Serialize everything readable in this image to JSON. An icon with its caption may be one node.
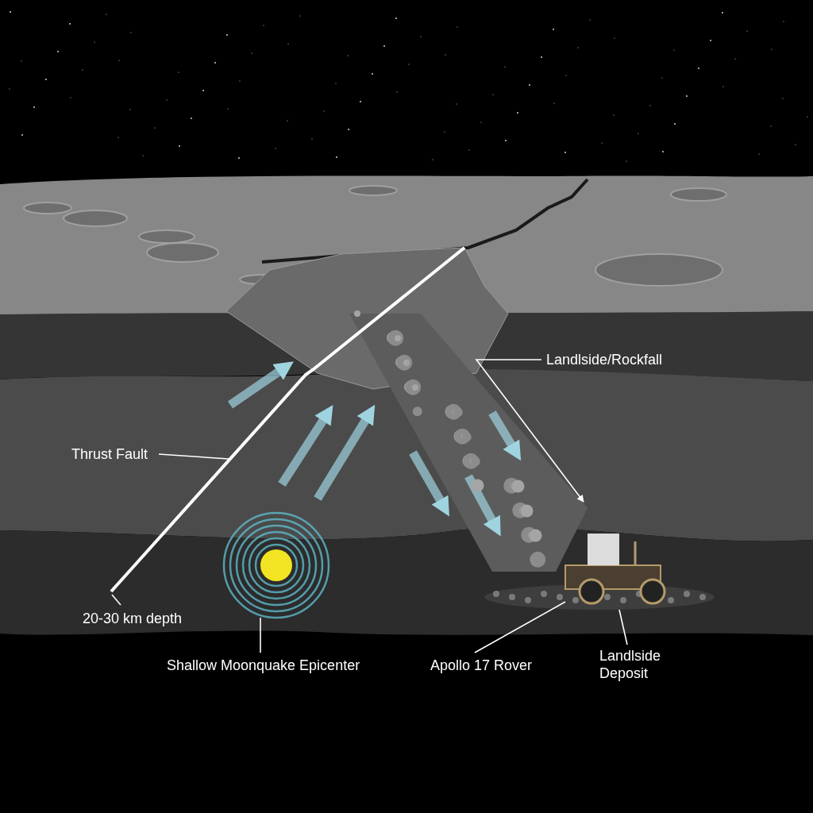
{
  "diagram": {
    "nodes": [
      {
        "text": [
          "Landlside/Rockfall"
        ]
      },
      {
        "text": [],
        "shape": "picture"
      },
      {
        "text": [
          "Thrust Fault"
        ]
      },
      {
        "text": [],
        "shape": "picture"
      },
      {
        "text": [
          "20-30 km depth"
        ]
      },
      {
        "text": [
          "Shallow Moonquake Epicenter"
        ]
      },
      {
        "text": [],
        "shape": "circle"
      },
      {
        "text": [
          "Apollo 17 Rover"
        ]
      },
      {
        "text": [],
        "shape": "picture"
      },
      {
        "text": [
          "Landlside Deposit"
        ]
      },
      {
        "text": [],
        "shape": "picture"
      }
    ],
    "edges": [
      {
        "from": 0,
        "to": 1,
        "arrow": "to"
      },
      {
        "from": 2,
        "to": 3,
        "arrow": "none"
      },
      {
        "from": 4,
        "to": 3,
        "arrow": "none"
      },
      {
        "from": 5,
        "to": 6,
        "arrow": "none"
      },
      {
        "from": 7,
        "to": 8,
        "arrow": "none"
      },
      {
        "from": 9,
        "to": 10,
        "arrow": "none"
      }
    ]
  }
}
